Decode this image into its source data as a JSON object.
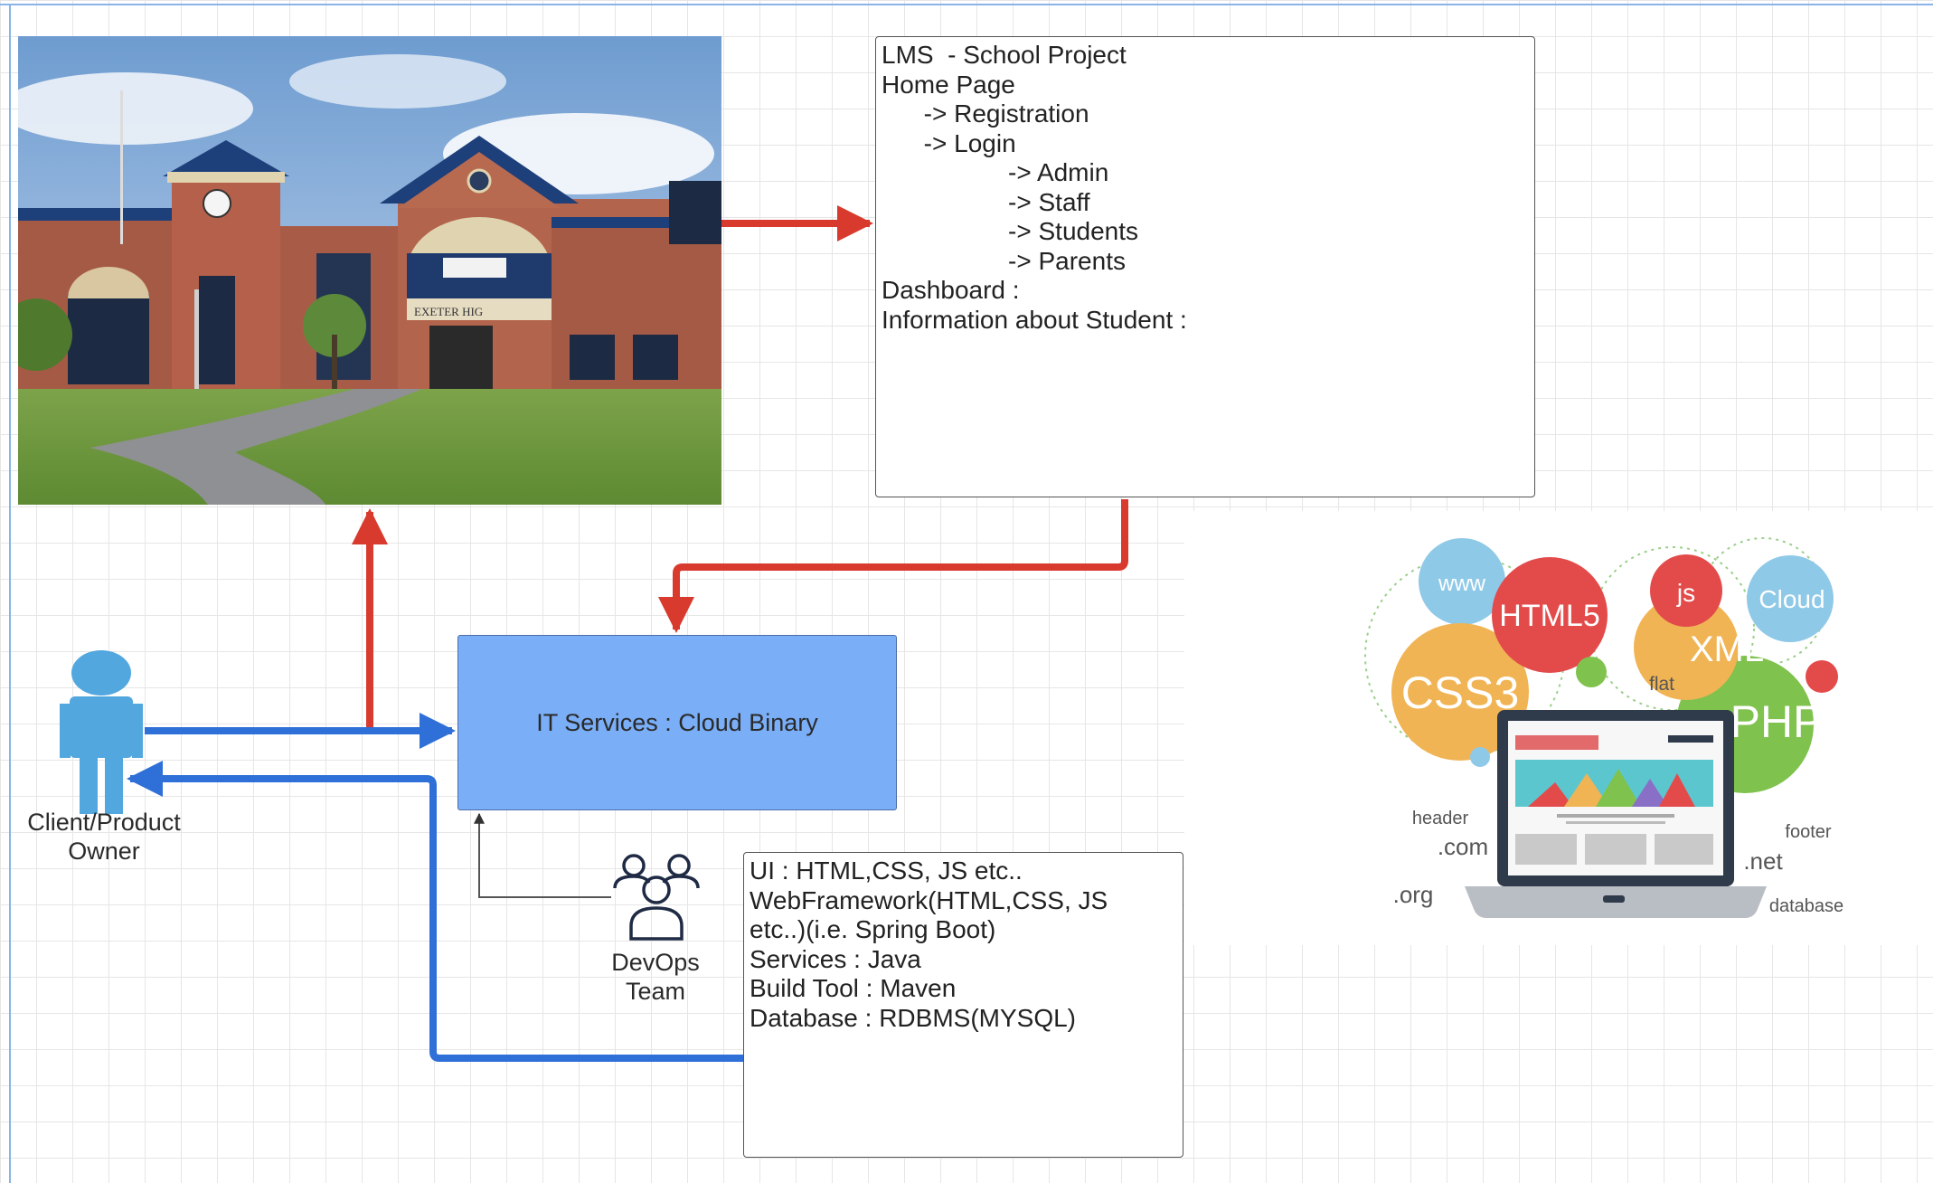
{
  "lms_note": {
    "lines": [
      "LMS  - School Project",
      "",
      "Home Page",
      "      -> Registration",
      "      -> Login",
      "                  -> Admin",
      "                  -> Staff",
      "                  -> Students",
      "                  -> Parents",
      "",
      "Dashboard :",
      "",
      "Information about Student :"
    ]
  },
  "it_services": {
    "label": "IT Services : Cloud Binary"
  },
  "client": {
    "label_line1": "Client/Product",
    "label_line2": "Owner"
  },
  "devops": {
    "label_line1": "DevOps",
    "label_line2": "Team"
  },
  "tech_note": {
    "lines": [
      "UI : HTML,CSS, JS etc..",
      "",
      "WebFramework(HTML,CSS, JS",
      "etc..)(i.e. Spring Boot)",
      "",
      "Services : Java",
      "",
      "Build Tool : Maven",
      "",
      "Database : RDBMS(MYSQL)"
    ]
  },
  "school_photo": {
    "sign_text": "EXETER HIG"
  },
  "web_graphic": {
    "bubbles": [
      "www",
      "HTML5",
      "js",
      "Cloud",
      "XML",
      "flat",
      "CSS3",
      "PHP"
    ],
    "labels": [
      "header",
      ".com",
      "footer",
      ".net",
      ".org",
      "database"
    ]
  },
  "colors": {
    "red_arrow": "#d83a2e",
    "blue_arrow": "#2e6fd8",
    "it_box_fill": "#7aaef7",
    "person_icon": "#52a7df"
  }
}
